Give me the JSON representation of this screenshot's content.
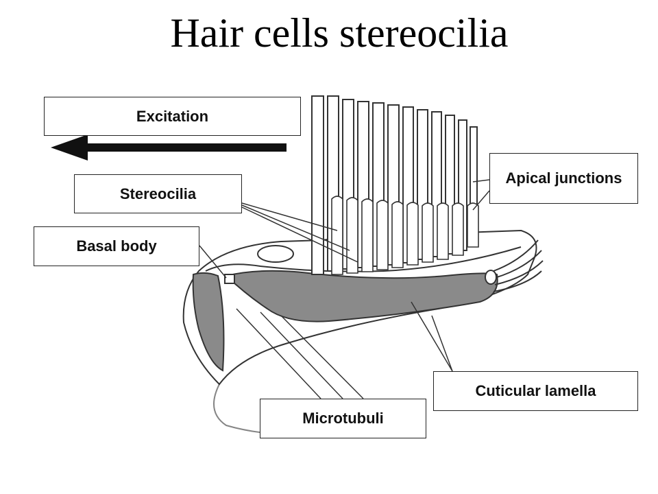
{
  "title": "Hair cells stereocilia",
  "labels": {
    "excitation": "Excitation",
    "stereocilia": "Stereocilia",
    "basal_body": "Basal body",
    "apical_junctions": "Apical junctions",
    "cuticular_lamella": "Cuticular lamella",
    "microtubuli": "Microtubuli"
  },
  "colors": {
    "cuticular_plate_fill": "#8a8a8a",
    "line": "#333333",
    "arrow": "#111111"
  },
  "icons": {
    "arrow": "arrow-left-icon"
  }
}
